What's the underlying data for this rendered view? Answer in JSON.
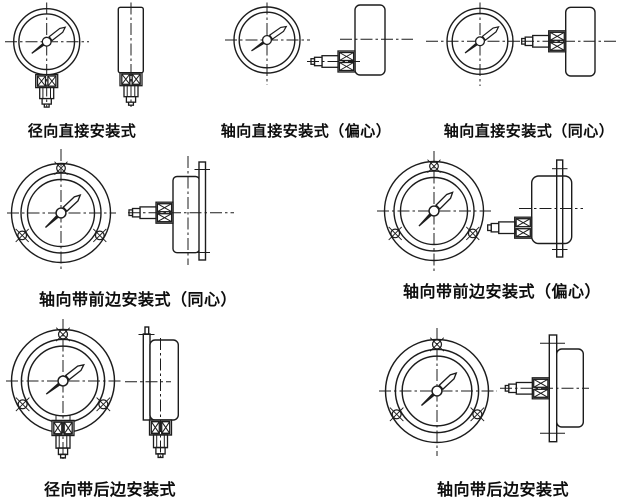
{
  "figure": {
    "captions": [
      "径向直接安装式",
      "轴向直接安装式（偏心）",
      "轴向直接安装式（同心）",
      "轴向带前边安装式（同心）",
      "轴向带前边安装式（偏心）",
      "径向带后边安装式",
      "轴向带后边安装式"
    ]
  }
}
